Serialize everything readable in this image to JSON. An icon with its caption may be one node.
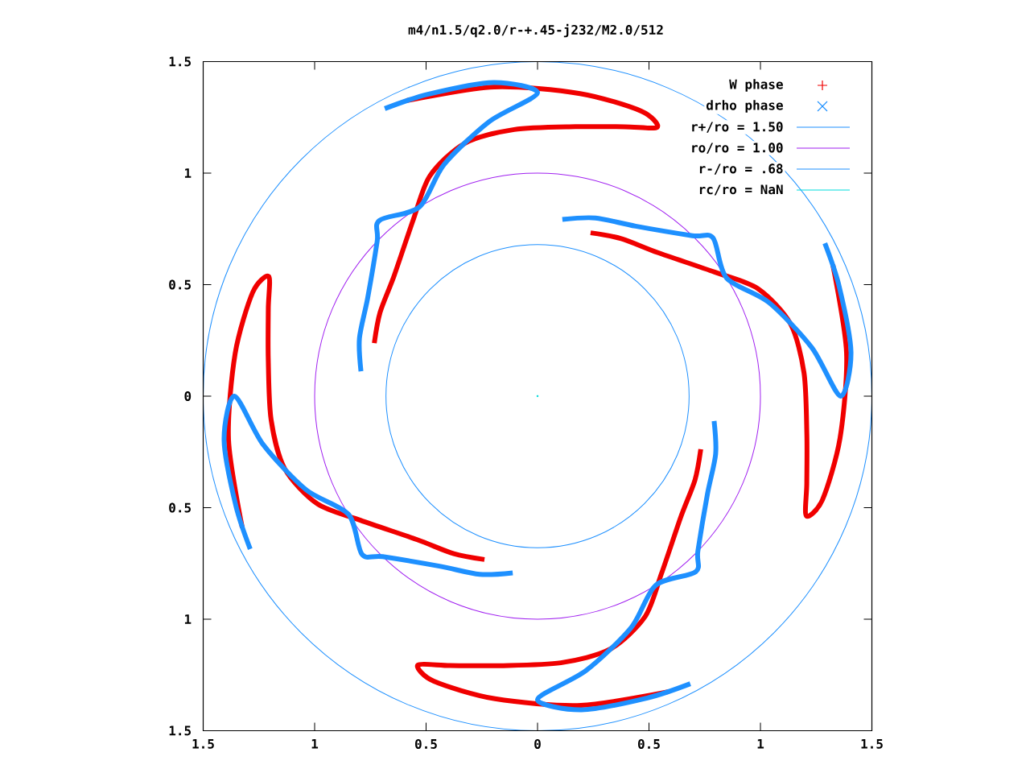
{
  "diagram": {
    "title": "m4/n1.5/q2.0/r-+.45-j232/M2.0/512",
    "labels": [
      "1.5",
      "1",
      "0.5",
      "0",
      "0.5",
      "1",
      "1.5",
      "1.5",
      "1",
      "0.5",
      "0",
      "0.5",
      "1",
      "1.5"
    ],
    "legend": [
      {
        "text": "W phase"
      },
      {
        "text": "drho phase"
      },
      {
        "text": "r+/ro = 1.50"
      },
      {
        "text": "ro/ro = 1.00"
      },
      {
        "text": "r-/ro = .68"
      },
      {
        "text": "rc/ro = NaN"
      }
    ]
  }
}
